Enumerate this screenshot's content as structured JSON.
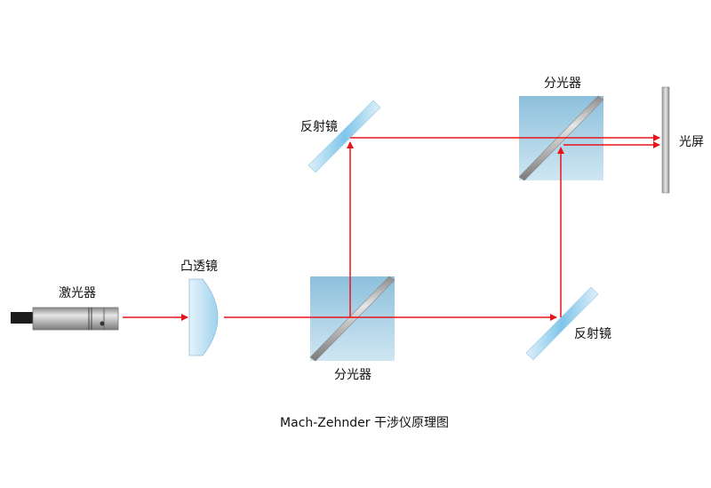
{
  "labels": {
    "laser": "激光器",
    "lens": "凸透镜",
    "mirror_top": "反射镜",
    "beam_splitter_top": "分光器",
    "screen": "光屏",
    "beam_splitter_bottom": "分光器",
    "mirror_bottom": "反射镜"
  },
  "caption": "Mach-Zehnder 干涉仪原理图",
  "colors": {
    "beam": "#e8141c",
    "glass": "#8ec3de",
    "mirror": "#a9d8f0"
  }
}
